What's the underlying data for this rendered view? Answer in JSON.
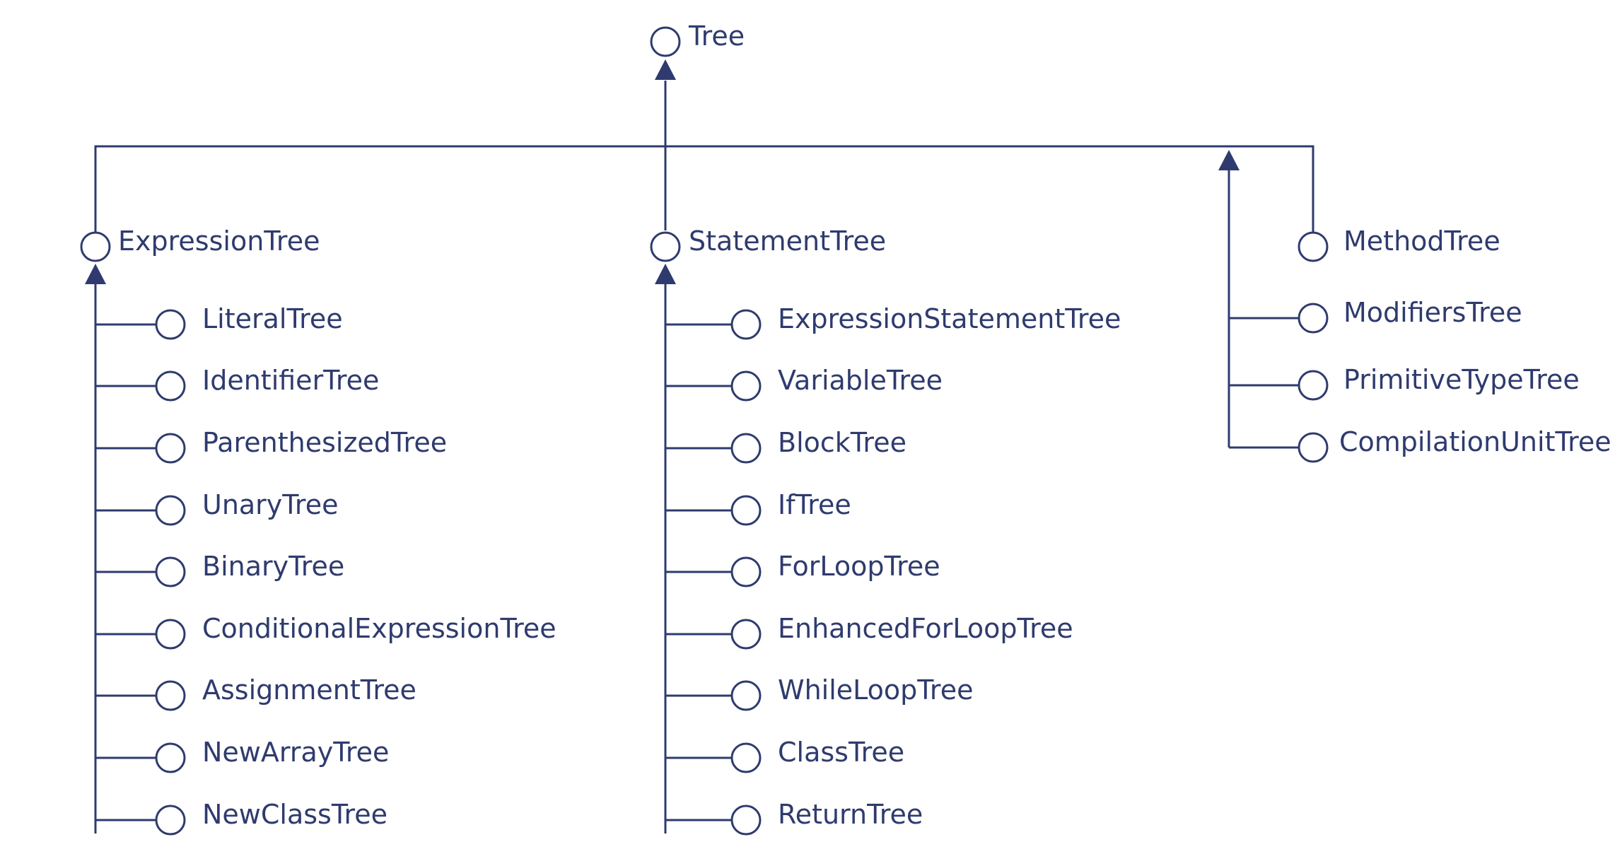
{
  "colors": {
    "ink": "#2f3b6e",
    "background": "#ffffff"
  },
  "root": {
    "label": "Tree"
  },
  "branches": [
    {
      "label": "ExpressionTree",
      "children": [
        "LiteralTree",
        "IdentifierTree",
        "ParenthesizedTree",
        "UnaryTree",
        "BinaryTree",
        "ConditionalExpressionTree",
        "AssignmentTree",
        "NewArrayTree",
        "NewClassTree"
      ]
    },
    {
      "label": "StatementTree",
      "children": [
        "ExpressionStatementTree",
        "VariableTree",
        "BlockTree",
        "IfTree",
        "ForLoopTree",
        "EnhancedForLoopTree",
        "WhileLoopTree",
        "ClassTree",
        "ReturnTree"
      ]
    }
  ],
  "direct_children": [
    "MethodTree",
    "ModifiersTree",
    "PrimitiveTypeTree",
    "CompilationUnitTree"
  ]
}
